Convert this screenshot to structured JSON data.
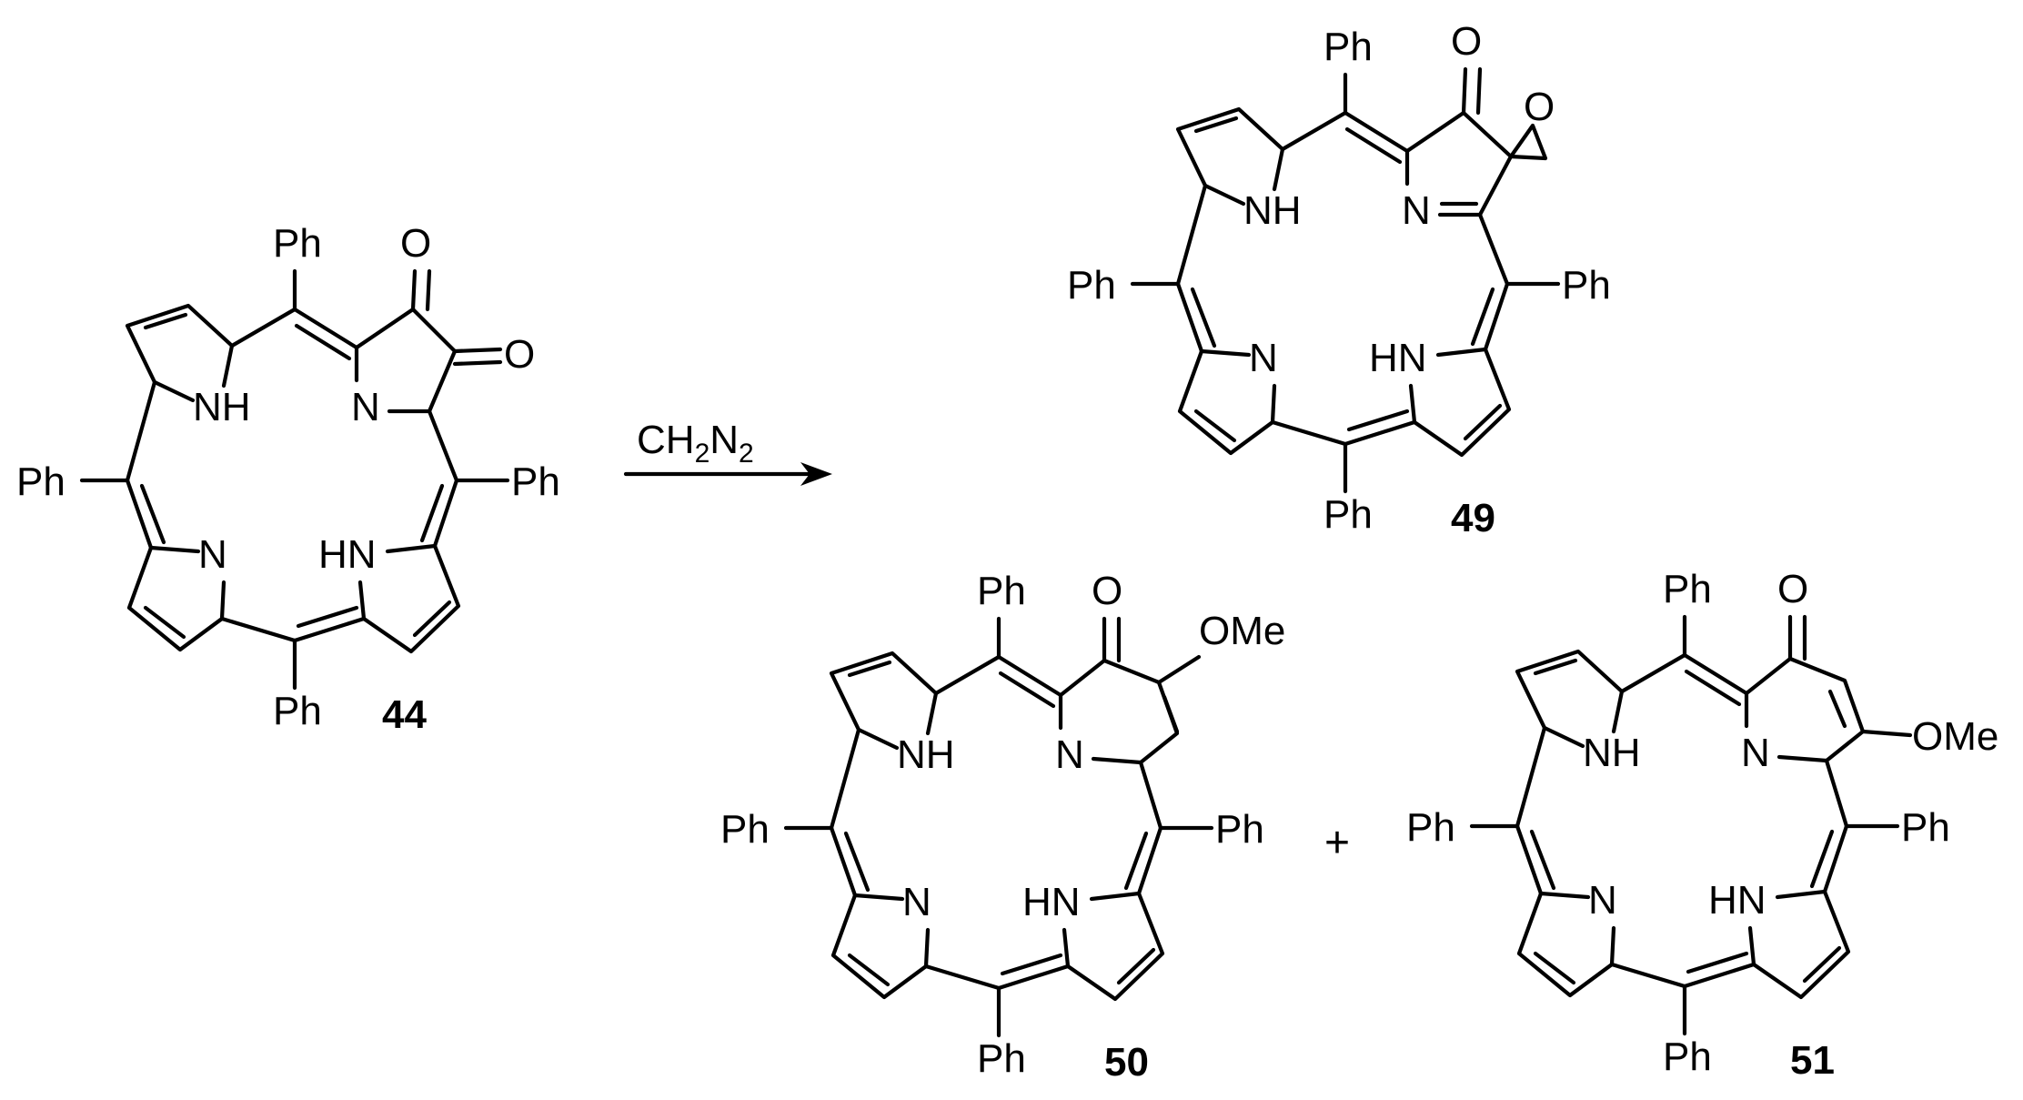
{
  "reagent": {
    "main": "CH",
    "sub1": "2",
    "mid": "N",
    "sub2": "2"
  },
  "atoms": {
    "ph": "Ph",
    "o": "O",
    "ome": "OMe",
    "nh": "NH",
    "hn": "HN",
    "n": "N"
  },
  "plus": "+",
  "compounds": [
    {
      "id": "44",
      "label": "44"
    },
    {
      "id": "49",
      "label": "49"
    },
    {
      "id": "50",
      "label": "50"
    },
    {
      "id": "51",
      "label": "51"
    }
  ]
}
